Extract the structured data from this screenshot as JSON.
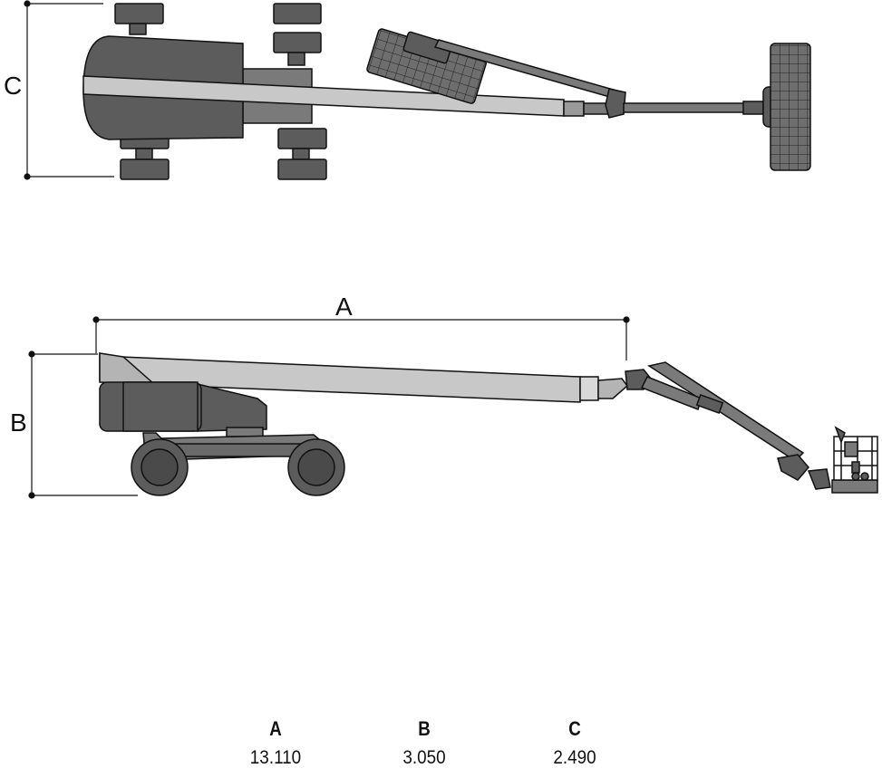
{
  "dimensions": {
    "A": {
      "label": "A",
      "value": "13.110"
    },
    "B": {
      "label": "B",
      "value": "3.050"
    },
    "C": {
      "label": "C",
      "value": "2.490"
    }
  },
  "colors": {
    "dark": "#5c5c5c",
    "mid": "#7a7a7a",
    "boom": "#c8c8c8",
    "outline": "#111111"
  }
}
